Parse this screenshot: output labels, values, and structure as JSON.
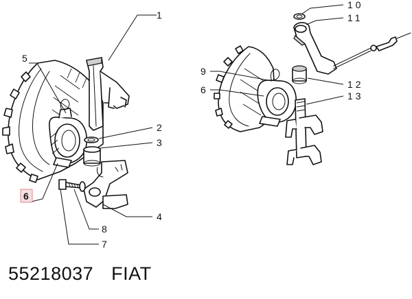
{
  "callouts": {
    "c1": "1",
    "c2": "2",
    "c3": "3",
    "c4": "4",
    "c5": "5",
    "c6_left": "6",
    "c7": "7",
    "c8": "8",
    "c9": "9",
    "c6_right": "6",
    "c10": "10",
    "c11": "11",
    "c12": "12",
    "c13": "13"
  },
  "footer": {
    "part_number": "55218037",
    "brand": "FIAT"
  },
  "colors": {
    "highlight_fill": "#f6dede",
    "highlight_border": "#d98a8a",
    "ink": "#111111"
  }
}
